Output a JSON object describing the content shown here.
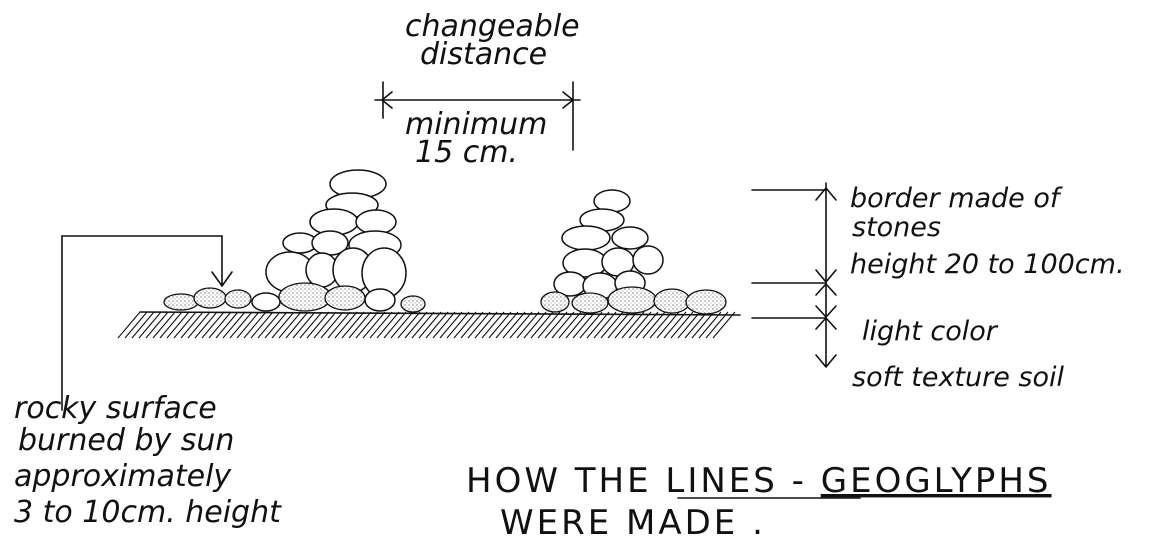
{
  "labels": {
    "distance_line1": "changeable",
    "distance_line2": "distance",
    "minimum_line1": "minimum",
    "minimum_line2": "15 cm.",
    "border_line1": "border made of",
    "border_line2": "stones",
    "border_line3": "height 20 to 100cm.",
    "soil_line1": "light color",
    "soil_line2": "soft texture soil",
    "rocky_line1": "rocky surface",
    "rocky_line2": "burned by sun",
    "rocky_line3": "approximately",
    "rocky_line4": "3 to 10cm. height",
    "title_line1_a": "HOW THE LINES - ",
    "title_line1_b": "GEOGLYPHS",
    "title_line2": "WERE MADE ."
  },
  "colors": {
    "ink": "#111111",
    "paper": "#ffffff"
  }
}
